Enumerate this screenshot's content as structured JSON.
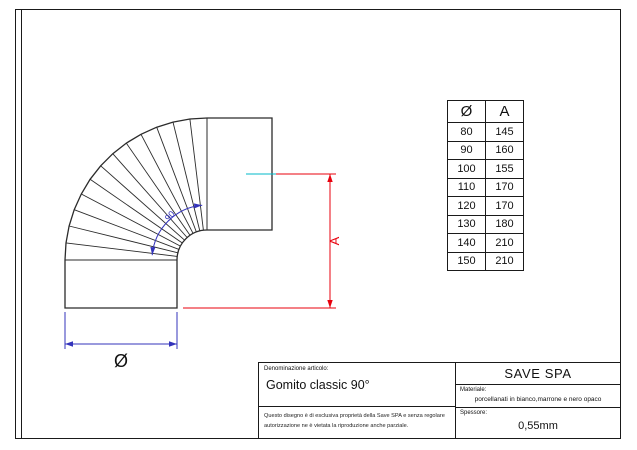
{
  "drawing": {
    "angle_label": "90",
    "dim_a_label": "A",
    "dim_diameter_label": "Ø"
  },
  "size_table": {
    "col_diameter": "Ø",
    "col_a": "A",
    "rows": [
      {
        "d": "80",
        "a": "145"
      },
      {
        "d": "90",
        "a": "160"
      },
      {
        "d": "100",
        "a": "155"
      },
      {
        "d": "110",
        "a": "170"
      },
      {
        "d": "120",
        "a": "170"
      },
      {
        "d": "130",
        "a": "180"
      },
      {
        "d": "140",
        "a": "210"
      },
      {
        "d": "150",
        "a": "210"
      }
    ]
  },
  "title_block": {
    "denominazione_label": "Denominazione articolo:",
    "article_name": "Gomito classic 90°",
    "company": "SAVE SPA",
    "materiale_label": "Materiale:",
    "materiale_value": "porcellanati in bianco,marrone e nero opaco",
    "spessore_label": "Spessore:",
    "spessore_value": "0,55mm",
    "disclaimer": "Questo disegno è di esclusiva proprietà della Save SPA e senza regolare autorizzazione ne è vietata la riproduzione anche parziale."
  },
  "colors": {
    "line": "#2b2b2b",
    "dimension_red": "#e8000d",
    "dimension_blue": "#3333bb",
    "centerline_cyan": "#00b8c8"
  }
}
